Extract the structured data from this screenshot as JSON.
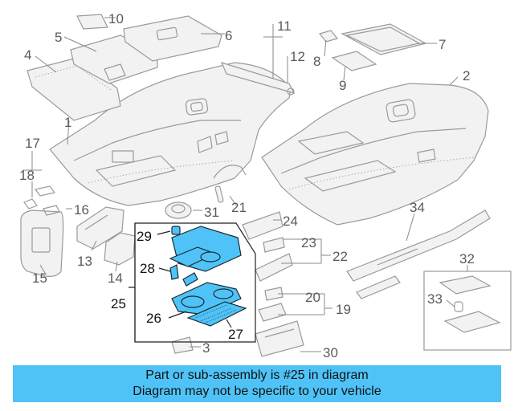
{
  "banner": {
    "line1": "Part or sub-assembly is #25 in diagram",
    "line2": "Diagram may not be specific to your vehicle"
  },
  "colors": {
    "highlight": "#4fc3f7",
    "line": "#9a9a9a",
    "callout": "#5a5a5a"
  },
  "callouts": {
    "c1": "1",
    "c2": "2",
    "c3": "3",
    "c4": "4",
    "c5": "5",
    "c6": "6",
    "c7": "7",
    "c8": "8",
    "c9": "9",
    "c10": "10",
    "c11": "11",
    "c12": "12",
    "c13": "13",
    "c14": "14",
    "c15": "15",
    "c16": "16",
    "c17": "17",
    "c18": "18",
    "c19": "19",
    "c20": "20",
    "c21": "21",
    "c22": "22",
    "c23": "23",
    "c24": "24",
    "c25": "25",
    "c26": "26",
    "c27": "27",
    "c28": "28",
    "c29": "29",
    "c30": "30",
    "c31": "31",
    "c32": "32",
    "c33": "33",
    "c34": "34"
  }
}
